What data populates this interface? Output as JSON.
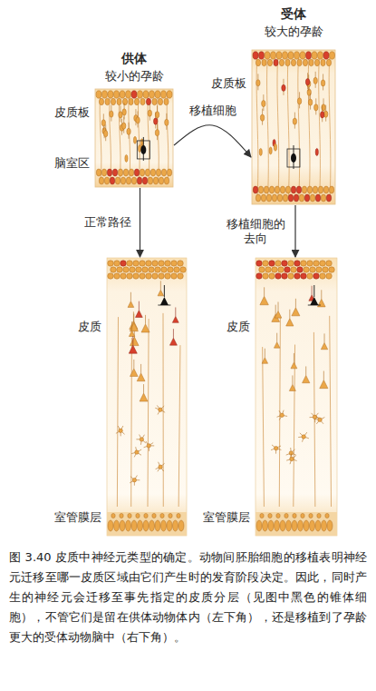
{
  "diagram": {
    "caption": "图 3.40 皮质中神经元类型的确定。动物间胚胎细胞的移植表明神经元迁移至哪一皮质区域由它们产生时的发育阶段决定。因此，同时产生的神经元会迁移至事先指定的皮质分层（见图中黑色的锥体细胞），不管它们是留在供体动物体内（左下角），还是移植到了孕龄更大的受体动物脑中（右下角）。",
    "nodes": [
      {
        "text": [
          "供体",
          "较小的孕龄"
        ]
      },
      {
        "text": [
          "受体",
          "较大的孕龄"
        ]
      },
      {
        "text": [
          "皮质",
          "室管膜层"
        ]
      },
      {
        "text": [
          "皮质",
          "室管膜层"
        ]
      }
    ],
    "edges": [
      {
        "from": 0,
        "to": 1,
        "arrow": "to",
        "label": "移植细胞"
      },
      {
        "from": 0,
        "to": 2,
        "arrow": "to",
        "label": "正常路径"
      },
      {
        "from": 1,
        "to": 3,
        "arrow": "to",
        "label": "移植细胞的去向"
      }
    ],
    "labels": [
      "皮质板",
      "脑室区",
      "皮质板"
    ]
  }
}
